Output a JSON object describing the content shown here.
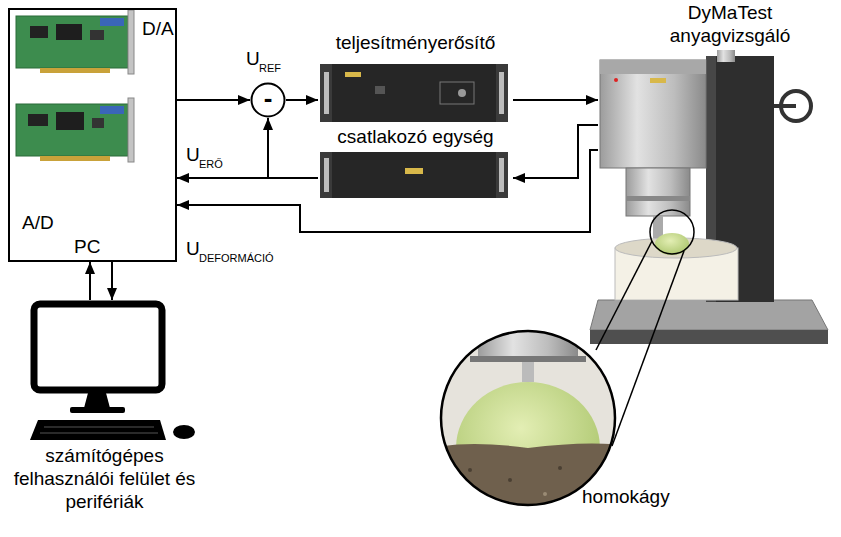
{
  "diagram": {
    "nodes": [
      {
        "text": [
          "D/A",
          "A/D",
          "PC"
        ]
      },
      {
        "text": [
          "-"
        ]
      },
      {
        "text": [
          "teljesítményerősítő"
        ]
      },
      {
        "text": [
          "csatlakozó egység"
        ]
      },
      {
        "text": [
          "DyMaTest anyagvizsgáló"
        ]
      },
      {
        "text": [
          "számítógépes felhasználói felület és perifériák"
        ]
      }
    ],
    "edges": [
      {
        "from": 0,
        "to": 1,
        "arrow": "to"
      },
      {
        "from": 1,
        "to": 2,
        "arrow": "to"
      },
      {
        "from": 2,
        "to": 4,
        "arrow": "to"
      },
      {
        "from": 4,
        "to": 3,
        "arrow": "to"
      },
      {
        "from": 3,
        "to": 0,
        "arrow": "to"
      },
      {
        "from": 3,
        "to": 1,
        "arrow": "to"
      },
      {
        "from": 4,
        "to": 0,
        "arrow": "to"
      },
      {
        "from": 5,
        "to": 0,
        "arrow": "to"
      },
      {
        "from": 0,
        "to": 5,
        "arrow": "to"
      }
    ],
    "labels": [
      "U",
      "REF",
      "U",
      "ERŐ",
      "U",
      "DEFORMÁCIÓ",
      "homokágy"
    ]
  }
}
